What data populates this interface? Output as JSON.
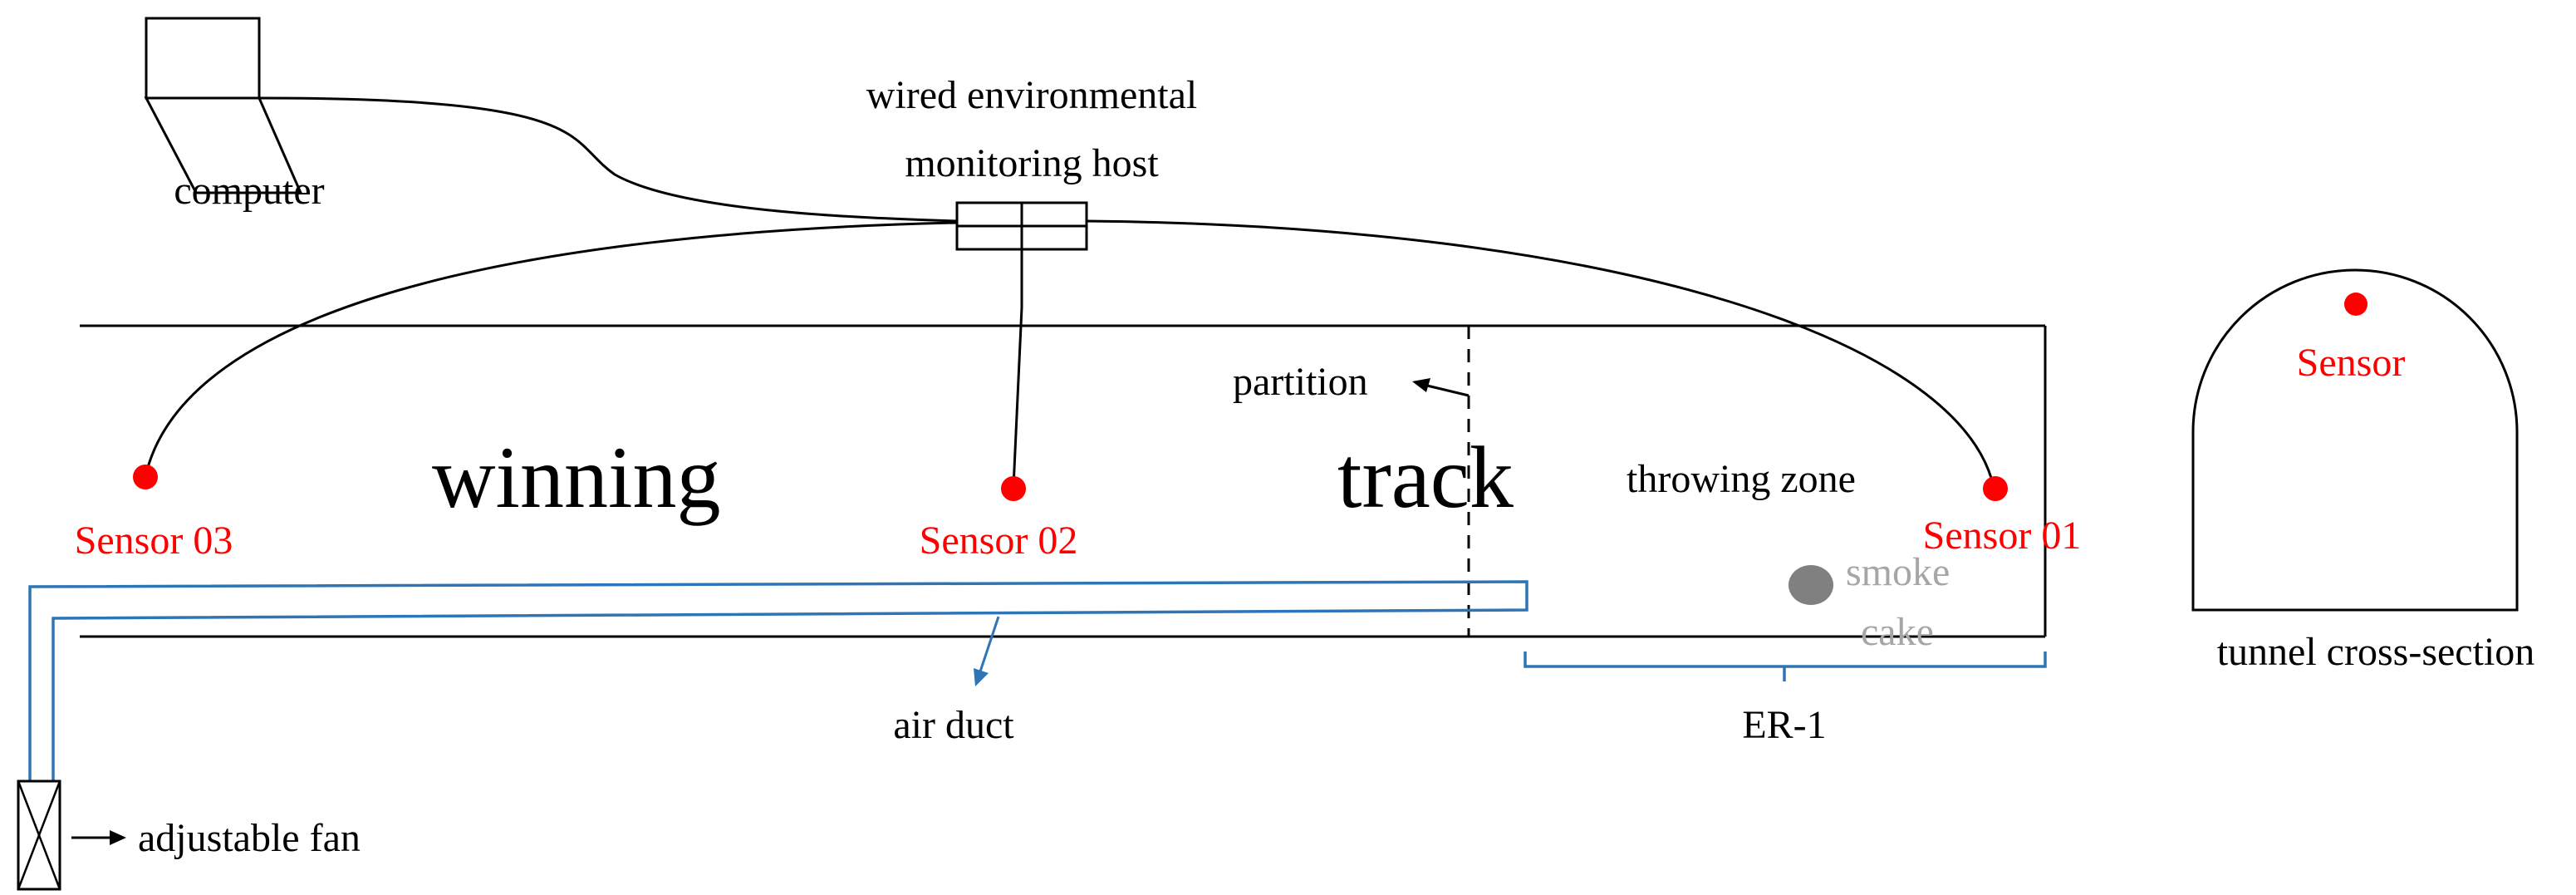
{
  "labels": {
    "computer": "computer",
    "host_line1": "wired environmental",
    "host_line2": "monitoring host",
    "partition": "partition",
    "winning": "winning",
    "track": "track",
    "throwing_zone": "throwing zone",
    "sensor_03": "Sensor 03",
    "sensor_02": "Sensor 02",
    "sensor_01": "Sensor 01",
    "smoke_line1": "smoke",
    "smoke_line2": "cake",
    "air_duct": "air duct",
    "er1": "ER-1",
    "adjustable_fan": "adjustable fan",
    "sensor": "Sensor",
    "cross_section": "tunnel cross-section"
  },
  "colors": {
    "line": "#000000",
    "sensor": "#ff0000",
    "duct": "#2e75b6",
    "smoke": "#808080",
    "smoke_text": "#a6a6a6"
  }
}
